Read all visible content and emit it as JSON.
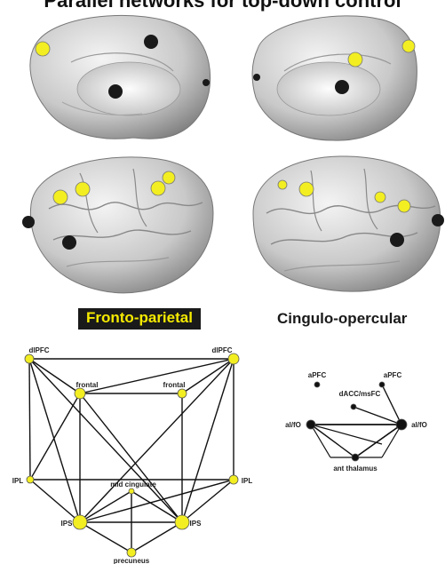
{
  "title": "Parallel networks for top-down control",
  "fronto_parietal": {
    "label": "Fronto-parietal",
    "colors": {
      "node": "#f2ee22",
      "edge": "#111111"
    },
    "nodes": [
      {
        "id": "dlpfc_l",
        "label": "dlPFC"
      },
      {
        "id": "dlpfc_r",
        "label": "dlPFC"
      },
      {
        "id": "frontal_l",
        "label": "frontal"
      },
      {
        "id": "frontal_r",
        "label": "frontal"
      },
      {
        "id": "ipl_l",
        "label": "IPL"
      },
      {
        "id": "ipl_r",
        "label": "IPL"
      },
      {
        "id": "midcing",
        "label": "mid cingulate"
      },
      {
        "id": "ips_l",
        "label": "IPS"
      },
      {
        "id": "ips_r",
        "label": "IPS"
      },
      {
        "id": "precuneus",
        "label": "precuneus"
      }
    ]
  },
  "cingulo_opercular": {
    "label": "Cingulo-opercular",
    "colors": {
      "node": "#111111",
      "edge": "#111111"
    },
    "nodes": [
      {
        "id": "apfc_l",
        "label": "aPFC"
      },
      {
        "id": "apfc_r",
        "label": "aPFC"
      },
      {
        "id": "dacc",
        "label": "dACC/msFC"
      },
      {
        "id": "aifo_l",
        "label": "al/fO"
      },
      {
        "id": "aifo_r",
        "label": "al/fO"
      },
      {
        "id": "thal",
        "label": "ant thalamus"
      }
    ]
  },
  "brain_colors": {
    "fp_dot": "#f2ee22",
    "co_dot": "#1a1a1a",
    "cortex": "#dcdcdc"
  }
}
